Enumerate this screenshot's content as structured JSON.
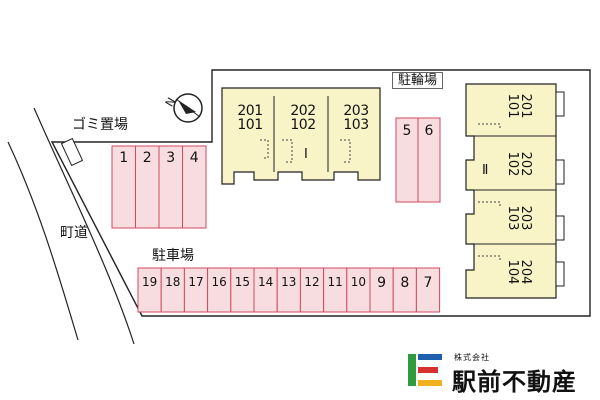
{
  "labels": {
    "garbage": "ゴミ置場",
    "road": "町道",
    "parking": "駐車場",
    "bicycle": "駐輪場"
  },
  "building_one": {
    "name": "Ⅰ",
    "units": [
      "201\n101",
      "202\n102",
      "203\n103"
    ]
  },
  "building_two": {
    "name": "Ⅱ",
    "units": [
      "201\n101",
      "202\n102",
      "203\n103",
      "204\n104"
    ]
  },
  "parking_top": [
    "1",
    "2",
    "3",
    "4"
  ],
  "parking_right": [
    "5",
    "6"
  ],
  "parking_bottom": [
    "19",
    "18",
    "17",
    "16",
    "15",
    "14",
    "13",
    "12",
    "11",
    "10",
    "9",
    "8",
    "7"
  ],
  "compass": "N",
  "logo": {
    "small_text": "株式会社",
    "name": "駅前不動産"
  },
  "colors": {
    "building": "#f8f4c8",
    "parking": "#f8dde0",
    "parking_line": "#d0495f",
    "outline": "#222222",
    "logo_green": "#2f9a3e",
    "logo_blue": "#1f5fb0",
    "logo_red": "#d62f2f",
    "logo_yellow": "#f0b020"
  }
}
